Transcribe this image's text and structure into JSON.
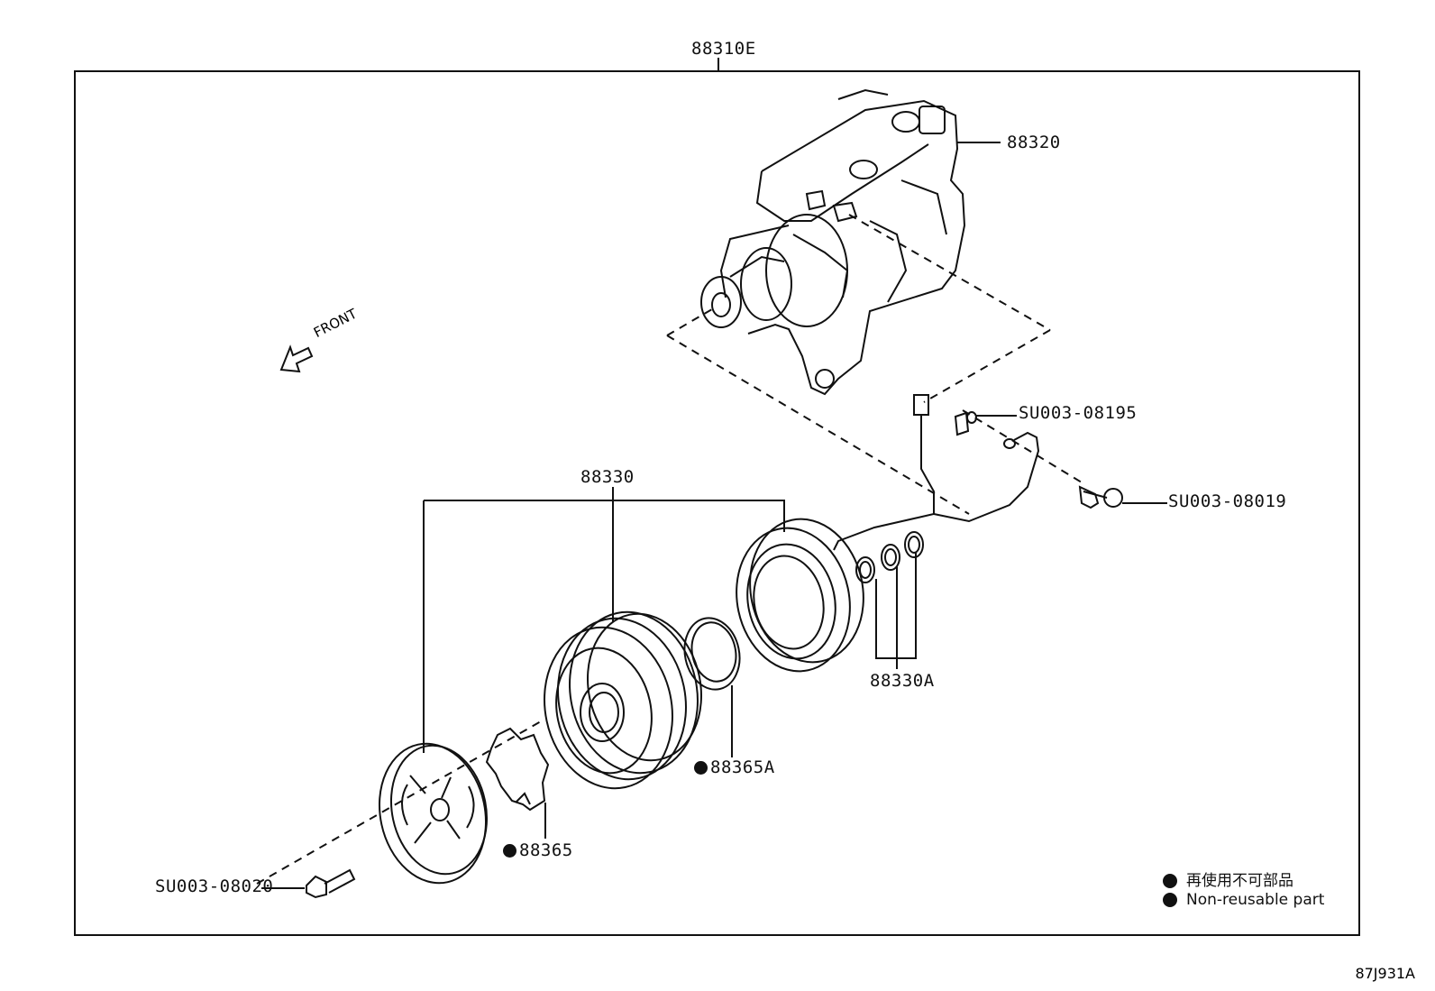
{
  "labels": {
    "assembly": "88310E",
    "compressor": "88320",
    "clutch_assy": "88330",
    "shims": "88330A",
    "snap_ring": "88365A",
    "plate_part": "88365",
    "bolt_bottom": "SU003-08020",
    "clip": "SU003-08195",
    "bolt_right": "SU003-08019",
    "front": "FRONT",
    "diagram_ref": "87J931A"
  },
  "legend": {
    "line1": "再使用不可部品",
    "line2": "Non-reusable part"
  }
}
